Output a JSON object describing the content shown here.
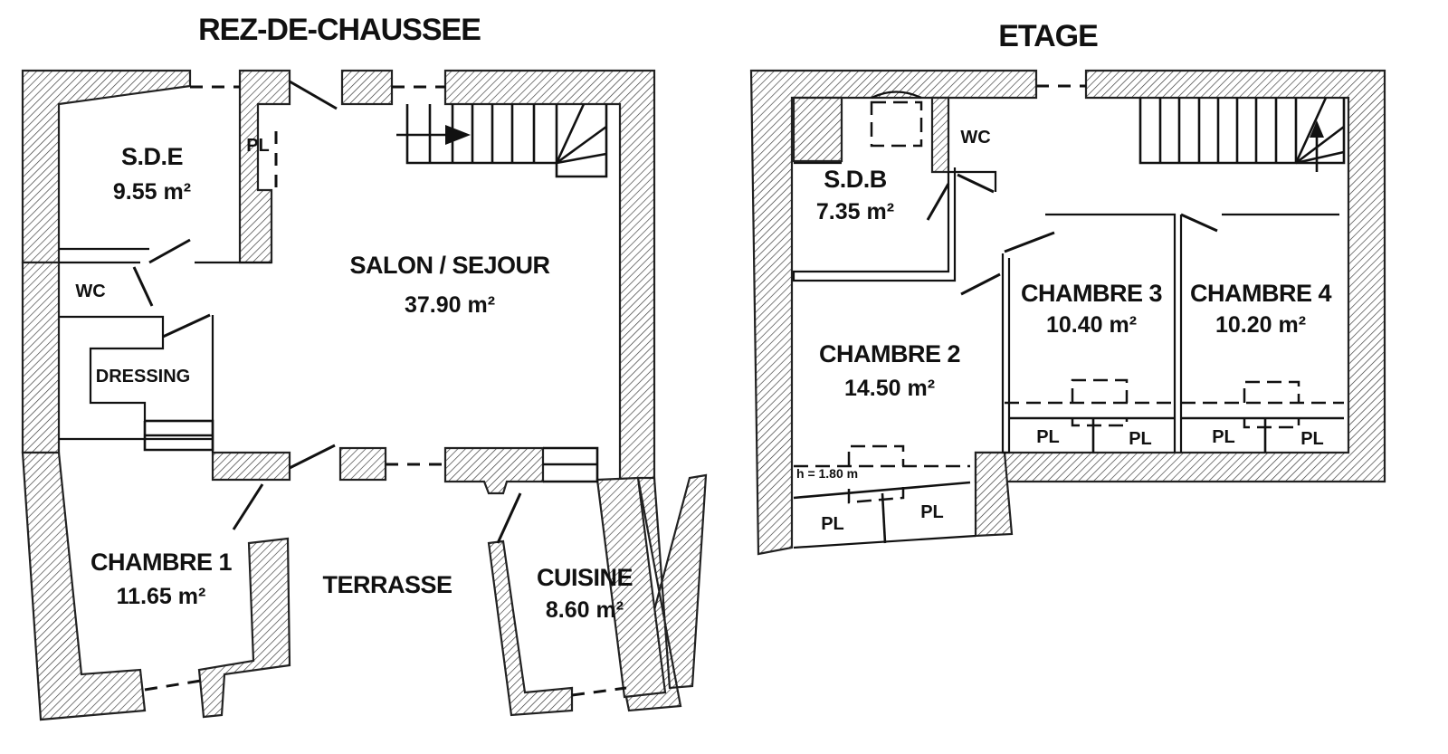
{
  "ground_floor": {
    "title": "REZ-DE-CHAUSSEE",
    "rooms": {
      "sde_name": "S.D.E",
      "sde_area": "9.55 m²",
      "pl": "PL",
      "salon_name": "SALON / SEJOUR",
      "salon_area": "37.90 m²",
      "wc": "WC",
      "dressing": "DRESSING",
      "chambre1_name": "CHAMBRE 1",
      "chambre1_area": "11.65 m²",
      "terrasse": "TERRASSE",
      "cuisine_name": "CUISINE",
      "cuisine_area": "8.60 m²"
    }
  },
  "upper_floor": {
    "title": "ETAGE",
    "rooms": {
      "wc": "WC",
      "sdb_name": "S.D.B",
      "sdb_area": "7.35 m²",
      "chambre2_name": "CHAMBRE 2",
      "chambre2_area": "14.50 m²",
      "chambre3_name": "CHAMBRE 3",
      "chambre3_area": "10.40 m²",
      "chambre4_name": "CHAMBRE 4",
      "chambre4_area": "10.20 m²",
      "pl": "PL",
      "height_note": "h = 1.80 m"
    }
  },
  "colors": {
    "ink": "#111111",
    "background": "#ffffff"
  }
}
